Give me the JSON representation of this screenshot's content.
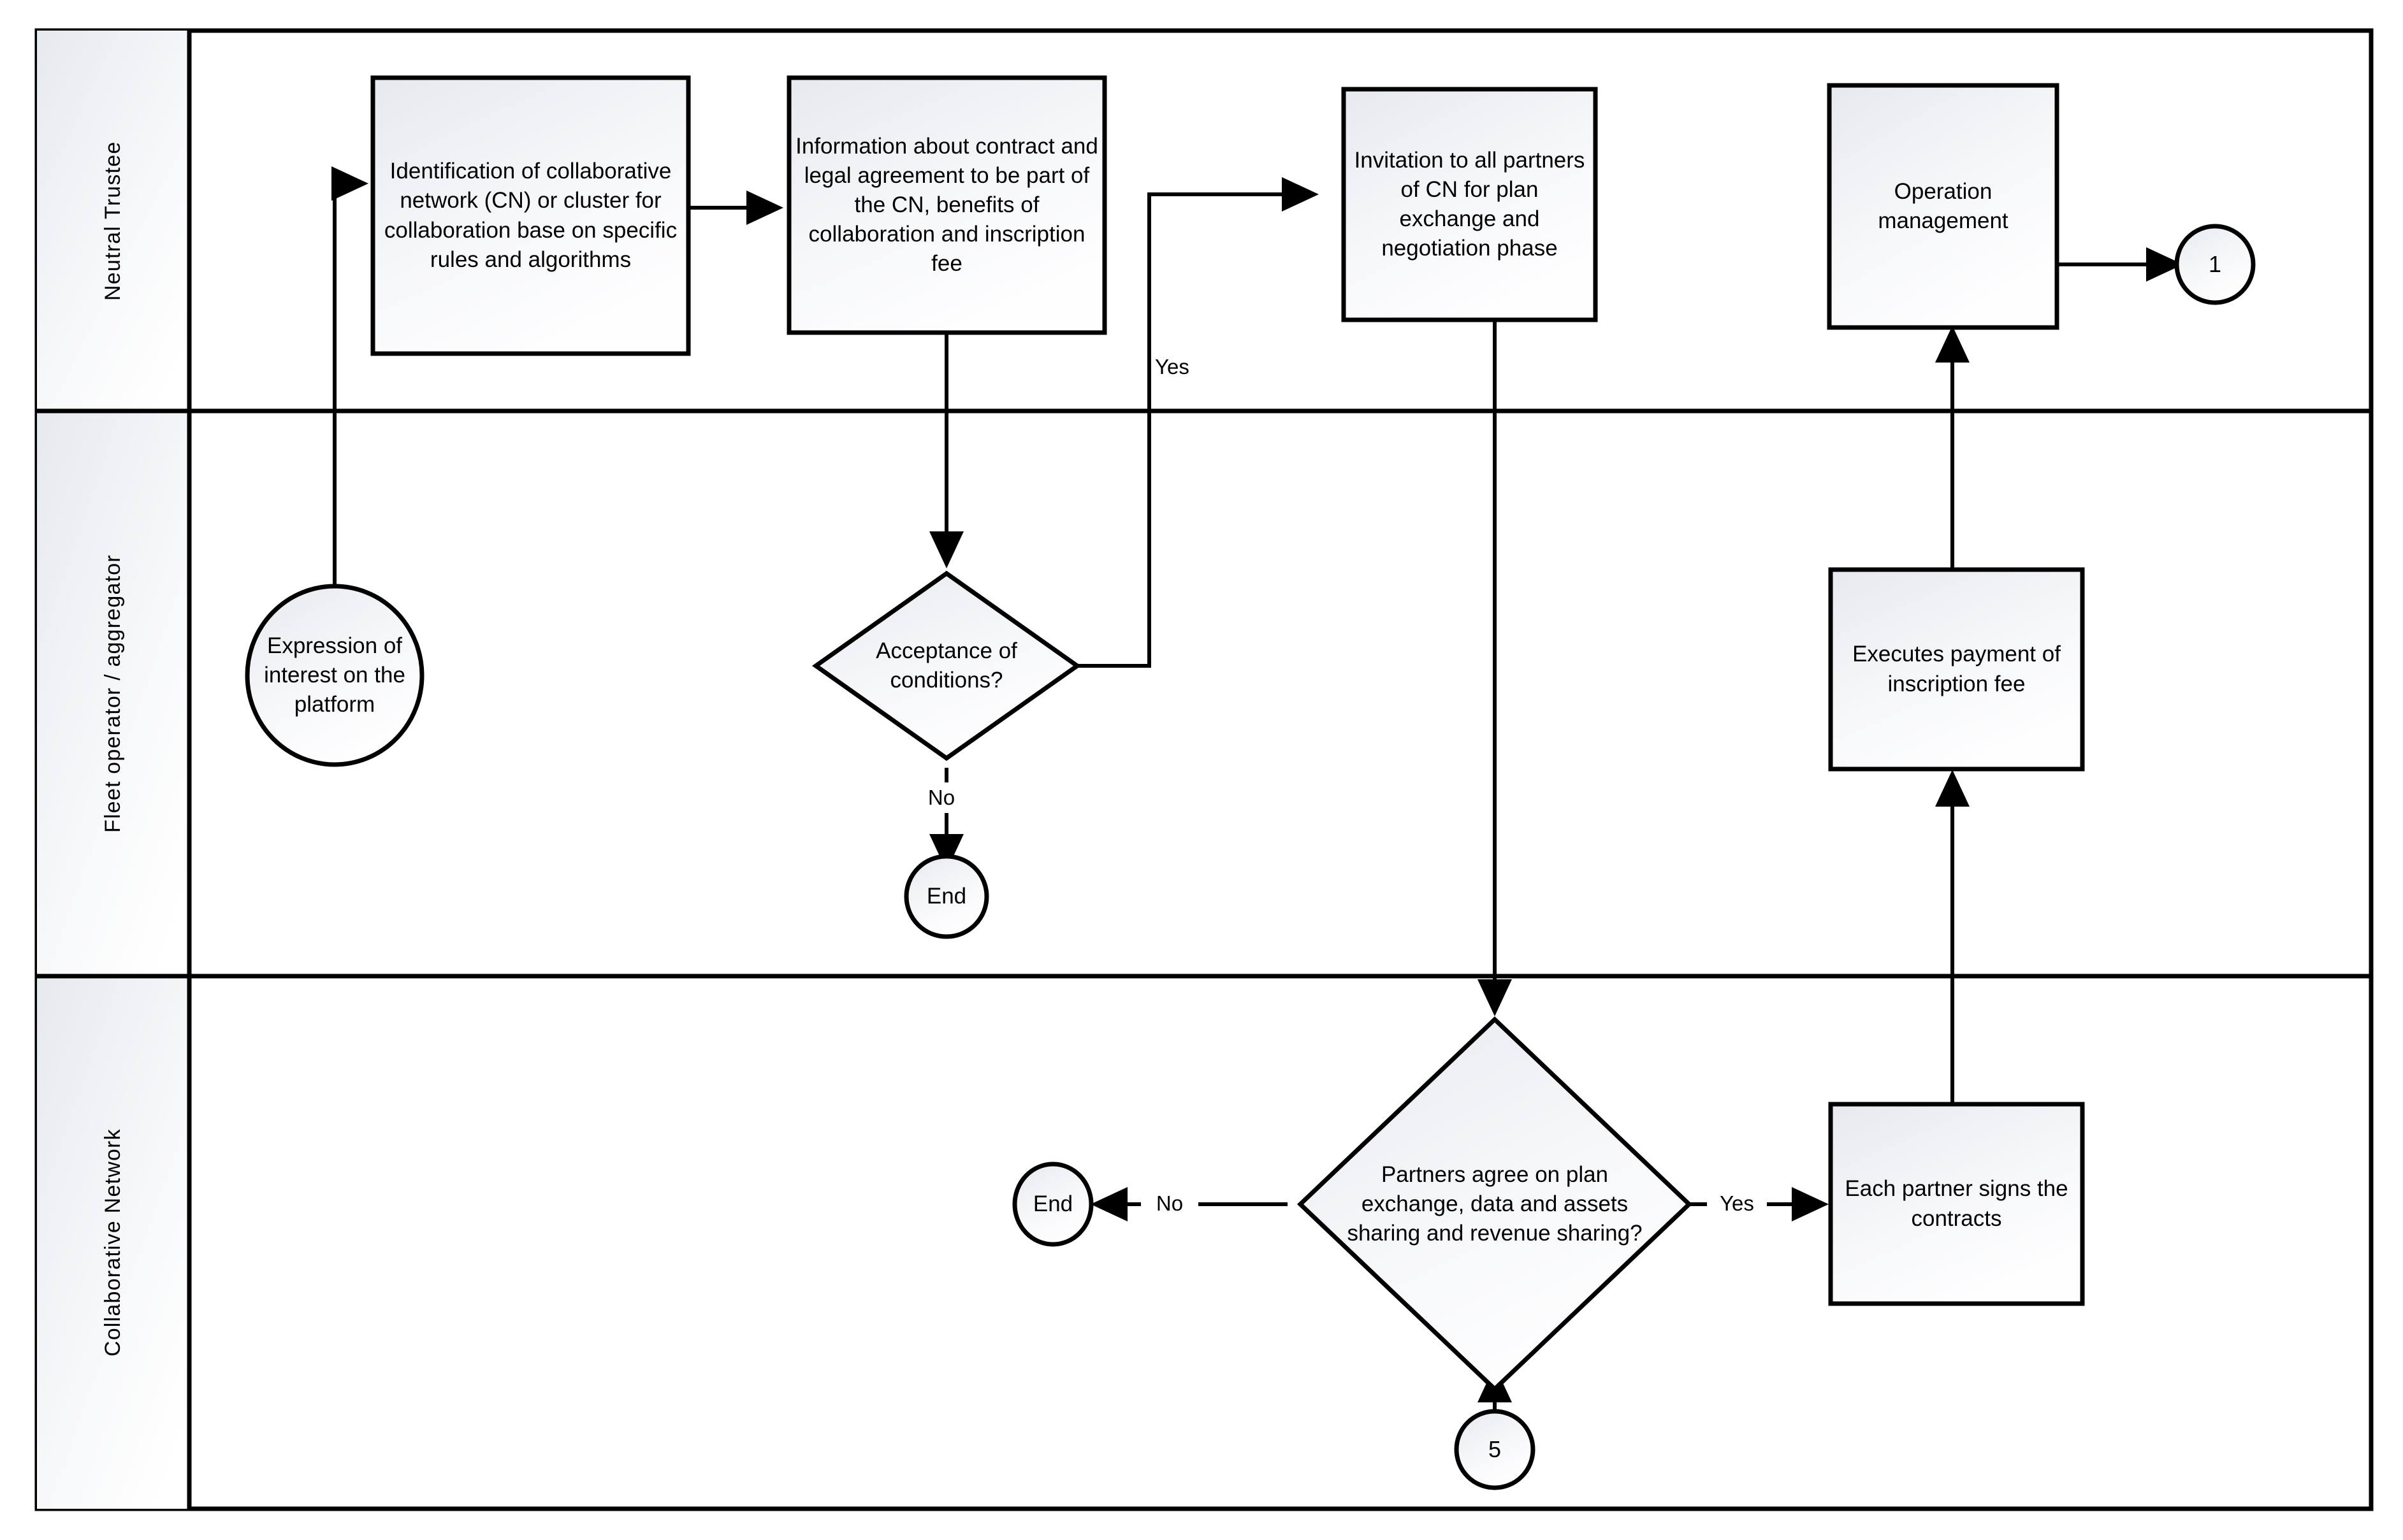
{
  "diagram": {
    "type": "swimlane-flowchart",
    "lanes": [
      {
        "id": "lane-neutral-trustee",
        "label": "Neutral Trustee"
      },
      {
        "id": "lane-fleet-operator",
        "label": "Fleet operator / aggregator"
      },
      {
        "id": "lane-collaborative-network",
        "label": "Collaborative Network"
      }
    ],
    "nodes": [
      {
        "id": "node-identification",
        "lane": "lane-neutral-trustee",
        "shape": "process",
        "label": "Identification of collaborative network (CN) or cluster for collaboration base on specific rules and algorithms"
      },
      {
        "id": "node-information",
        "lane": "lane-neutral-trustee",
        "shape": "process",
        "label": "Information about contract and legal agreement to be part of the CN, benefits of collaboration and inscription fee"
      },
      {
        "id": "node-invitation",
        "lane": "lane-neutral-trustee",
        "shape": "process",
        "label": "Invitation to all partners of CN for plan exchange and negotiation phase"
      },
      {
        "id": "node-operation-management",
        "lane": "lane-neutral-trustee",
        "shape": "process",
        "label": "Operation management"
      },
      {
        "id": "node-connector-1",
        "lane": "lane-neutral-trustee",
        "shape": "connector",
        "label": "1"
      },
      {
        "id": "node-expression-of-interest",
        "lane": "lane-fleet-operator",
        "shape": "terminator",
        "label": "Expression of interest on the platform"
      },
      {
        "id": "node-acceptance-of-conditions",
        "lane": "lane-fleet-operator",
        "shape": "decision",
        "label": "Acceptance of conditions?"
      },
      {
        "id": "node-end-acceptance",
        "lane": "lane-fleet-operator",
        "shape": "terminator",
        "label": "End"
      },
      {
        "id": "node-executes-payment",
        "lane": "lane-fleet-operator",
        "shape": "process",
        "label": "Executes payment of inscription fee"
      },
      {
        "id": "node-partners-agree",
        "lane": "lane-collaborative-network",
        "shape": "decision",
        "label": "Partners agree on plan exchange, data and assets sharing and revenue sharing?"
      },
      {
        "id": "node-end-partners",
        "lane": "lane-collaborative-network",
        "shape": "terminator",
        "label": "End"
      },
      {
        "id": "node-each-partner-signs",
        "lane": "lane-collaborative-network",
        "shape": "process",
        "label": "Each partner signs the contracts"
      },
      {
        "id": "node-connector-5",
        "lane": "lane-collaborative-network",
        "shape": "connector",
        "label": "5"
      }
    ],
    "edges": [
      {
        "id": "edge-interest-to-identification",
        "from": "node-expression-of-interest",
        "to": "node-identification",
        "label": ""
      },
      {
        "id": "edge-identification-to-information",
        "from": "node-identification",
        "to": "node-information",
        "label": ""
      },
      {
        "id": "edge-information-to-acceptance",
        "from": "node-information",
        "to": "node-acceptance-of-conditions",
        "label": ""
      },
      {
        "id": "edge-acceptance-yes",
        "from": "node-acceptance-of-conditions",
        "to": "node-invitation",
        "label": "Yes"
      },
      {
        "id": "edge-acceptance-no",
        "from": "node-acceptance-of-conditions",
        "to": "node-end-acceptance",
        "label": "No"
      },
      {
        "id": "edge-invitation-to-partners-agree",
        "from": "node-invitation",
        "to": "node-partners-agree",
        "label": ""
      },
      {
        "id": "edge-partners-no",
        "from": "node-partners-agree",
        "to": "node-end-partners",
        "label": "No"
      },
      {
        "id": "edge-partners-yes",
        "from": "node-partners-agree",
        "to": "node-each-partner-signs",
        "label": "Yes"
      },
      {
        "id": "edge-connector5-to-partners-agree",
        "from": "node-connector-5",
        "to": "node-partners-agree",
        "label": ""
      },
      {
        "id": "edge-signs-to-payment",
        "from": "node-each-partner-signs",
        "to": "node-executes-payment",
        "label": ""
      },
      {
        "id": "edge-payment-to-operation",
        "from": "node-executes-payment",
        "to": "node-operation-management",
        "label": ""
      },
      {
        "id": "edge-operation-to-connector1",
        "from": "node-operation-management",
        "to": "node-connector-1",
        "label": ""
      }
    ],
    "colors": {
      "stroke": "#000000",
      "shape_fill_top": "#e8ebef",
      "shape_fill_bottom": "#fdfdfe",
      "lane_header_fill_top": "#e8ebef",
      "lane_header_fill_bottom": "#fdfdfe",
      "background": "#ffffff"
    }
  }
}
